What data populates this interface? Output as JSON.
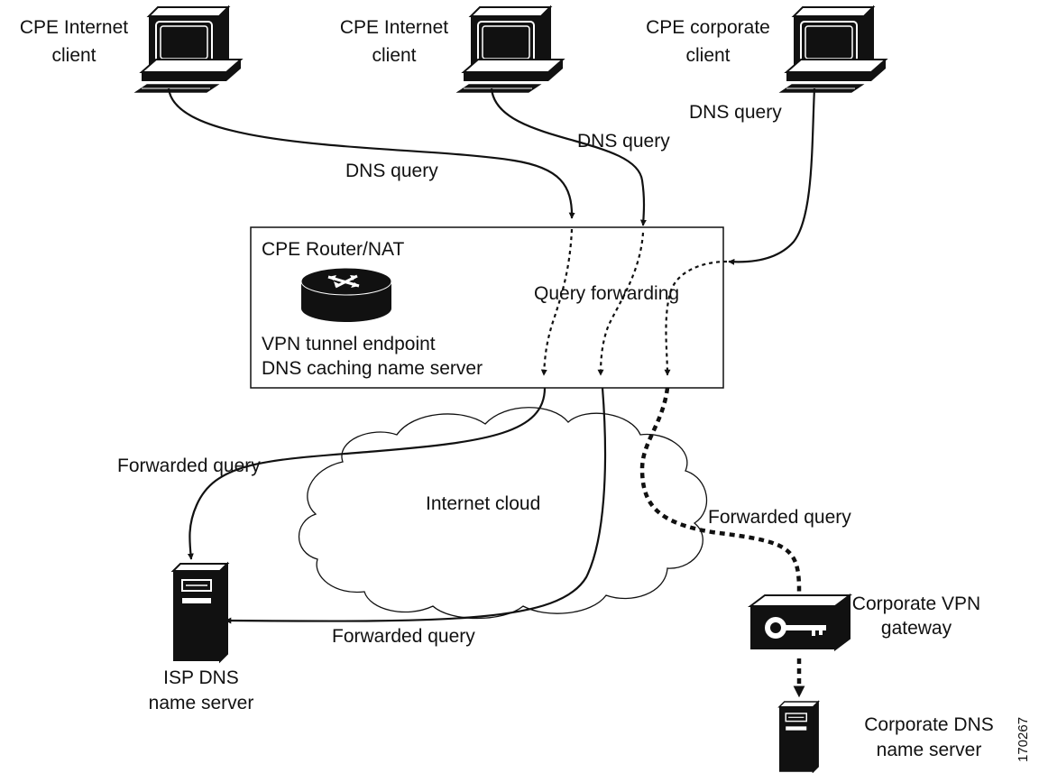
{
  "labels": {
    "client1": [
      "CPE Internet",
      "client"
    ],
    "client2": [
      "CPE Internet",
      "client"
    ],
    "client3": [
      "CPE corporate",
      "client"
    ],
    "dns_query_1": "DNS query",
    "dns_query_2": "DNS query",
    "dns_query_3": "DNS query",
    "router_title": "CPE Router/NAT",
    "router_line1": "VPN tunnel endpoint",
    "router_line2": "DNS caching name server",
    "query_forwarding": "Query forwarding",
    "forwarded_query_1": "Forwarded query",
    "forwarded_query_2": "Forwarded query",
    "forwarded_query_3": "Forwarded query",
    "internet_cloud": "Internet cloud",
    "isp_dns": [
      "ISP DNS",
      "name server"
    ],
    "vpn_gateway": [
      "Corporate VPN",
      "gateway"
    ],
    "corp_dns": [
      "Corporate DNS",
      "name server"
    ],
    "figure_id": "170267"
  },
  "icons": {
    "clients": "desktop-computer-icon",
    "router": "router-icon",
    "cloud": "cloud-icon",
    "servers": "server-tower-icon",
    "gateway": "vpn-gateway-key-icon"
  }
}
